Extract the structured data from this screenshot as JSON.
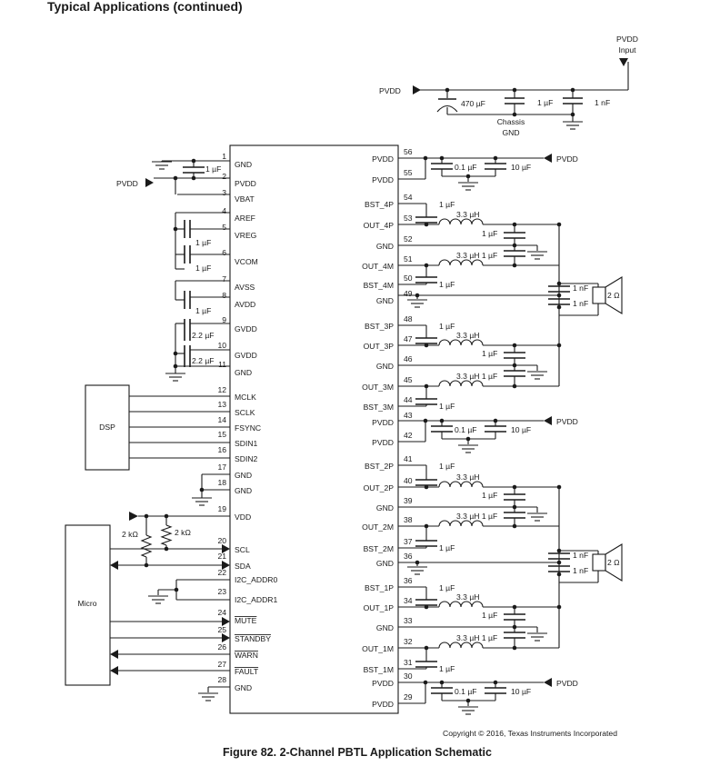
{
  "page": {
    "heading": "Typical Applications (continued)",
    "caption": "Figure 82.  2-Channel PBTL Application Schematic",
    "copyright": "Copyright © 2016, Texas Instruments Incorporated"
  },
  "supply": {
    "input_label_1": "PVDD",
    "input_label_2": "Input",
    "rail_label": "PVDD",
    "caps": [
      "470 µF",
      "1 µF",
      "1 nF"
    ],
    "ground_label_1": "Chassis",
    "ground_label_2": "GND"
  },
  "ic": {
    "left_pins": [
      {
        "num": "1",
        "name": "GND"
      },
      {
        "num": "2",
        "name": "PVDD"
      },
      {
        "num": "3",
        "name": "VBAT"
      },
      {
        "num": "4",
        "name": "AREF"
      },
      {
        "num": "5",
        "name": "VREG"
      },
      {
        "num": "6",
        "name": "VCOM"
      },
      {
        "num": "7",
        "name": "AVSS"
      },
      {
        "num": "8",
        "name": "AVDD"
      },
      {
        "num": "9",
        "name": "GVDD"
      },
      {
        "num": "10",
        "name": "GVDD"
      },
      {
        "num": "11",
        "name": "GND"
      },
      {
        "num": "12",
        "name": "MCLK"
      },
      {
        "num": "13",
        "name": "SCLK"
      },
      {
        "num": "14",
        "name": "FSYNC"
      },
      {
        "num": "15",
        "name": "SDIN1"
      },
      {
        "num": "16",
        "name": "SDIN2"
      },
      {
        "num": "17",
        "name": "GND"
      },
      {
        "num": "18",
        "name": "GND"
      },
      {
        "num": "19",
        "name": "VDD"
      },
      {
        "num": "20",
        "name": "SCL"
      },
      {
        "num": "21",
        "name": "SDA"
      },
      {
        "num": "22",
        "name": "I2C_ADDR0"
      },
      {
        "num": "23",
        "name": "I2C_ADDR1"
      },
      {
        "num": "24",
        "name": "MUTE"
      },
      {
        "num": "25",
        "name": "STANDBY"
      },
      {
        "num": "26",
        "name": "WARN"
      },
      {
        "num": "27",
        "name": "FAULT"
      },
      {
        "num": "28",
        "name": "GND"
      }
    ],
    "right_pins": [
      {
        "num": "56",
        "name": "PVDD"
      },
      {
        "num": "55",
        "name": "PVDD"
      },
      {
        "num": "54",
        "name": "BST_4P"
      },
      {
        "num": "53",
        "name": "OUT_4P"
      },
      {
        "num": "52",
        "name": "GND"
      },
      {
        "num": "51",
        "name": "OUT_4M"
      },
      {
        "num": "50",
        "name": "BST_4M"
      },
      {
        "num": "49",
        "name": "GND"
      },
      {
        "num": "48",
        "name": "BST_3P"
      },
      {
        "num": "47",
        "name": "OUT_3P"
      },
      {
        "num": "46",
        "name": "GND"
      },
      {
        "num": "45",
        "name": "OUT_3M"
      },
      {
        "num": "44",
        "name": "BST_3M"
      },
      {
        "num": "43",
        "name": "PVDD"
      },
      {
        "num": "42",
        "name": "PVDD"
      },
      {
        "num": "41",
        "name": "BST_2P"
      },
      {
        "num": "40",
        "name": "OUT_2P"
      },
      {
        "num": "39",
        "name": "GND"
      },
      {
        "num": "38",
        "name": "OUT_2M"
      },
      {
        "num": "37",
        "name": "BST_2M"
      },
      {
        "num": "36",
        "name": "GND"
      },
      {
        "num": "36",
        "name": "BST_1P"
      },
      {
        "num": "34",
        "name": "OUT_1P"
      },
      {
        "num": "33",
        "name": "GND"
      },
      {
        "num": "32",
        "name": "OUT_1M"
      },
      {
        "num": "31",
        "name": "BST_1M"
      },
      {
        "num": "30",
        "name": "PVDD"
      },
      {
        "num": "29",
        "name": "PVDD"
      }
    ]
  },
  "left_components": {
    "cap_pin1_2": "1 µF",
    "pvdd_label": "PVDD",
    "cap_vreg": "1 µF",
    "cap_vcom": "1 µF",
    "cap_avdd": "1 µF",
    "cap_gvdd9": "2.2 µF",
    "cap_gvdd10": "2.2 µF",
    "dsp_label": "DSP",
    "micro_label": "Micro",
    "pullup_1": "2 kΩ",
    "pullup_2": "2 kΩ"
  },
  "right_components": {
    "pvdd_label": "PVDD",
    "decap_small": "0.1 µF",
    "decap_large": "10 µF",
    "boot_cap": "1 µF",
    "inductor": "3.3 µH",
    "filter_cap": "1 µF",
    "inductor_cap_label": "3.3 µH 1 µF",
    "snubber_cap": "1 nF",
    "speaker_impedance": "2 Ω"
  }
}
